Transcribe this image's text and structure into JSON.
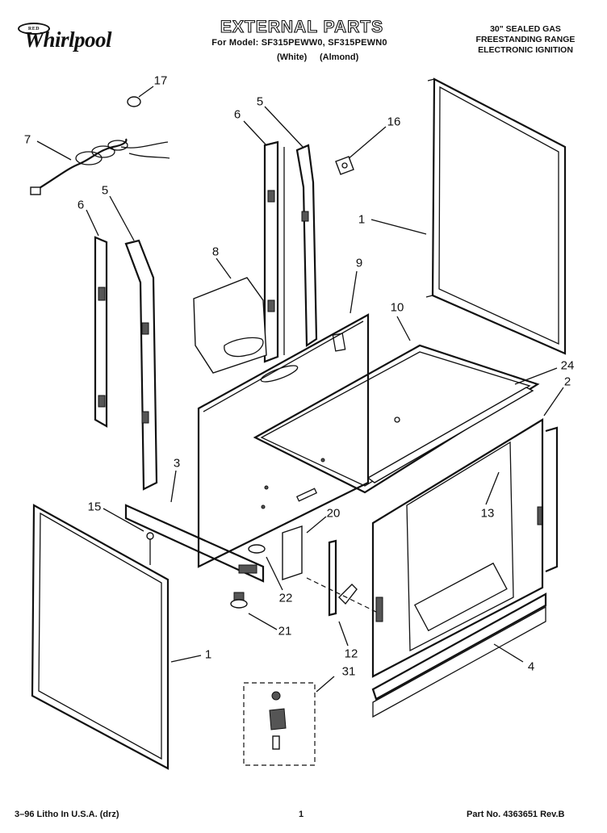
{
  "header": {
    "brand": "Whirlpool",
    "brand_mark": "RED",
    "title": "EXTERNAL PARTS",
    "model_line": "For Model: SF315PEWW0, SF315PEWN0",
    "variant_white": "(White)",
    "variant_almond": "(Almond)",
    "product_desc": [
      "30\" SEALED GAS",
      "FREESTANDING RANGE",
      "ELECTRONIC IGNITION"
    ]
  },
  "footer": {
    "litho": "3–96 Litho In U.S.A. (drz)",
    "page": "1",
    "part_no": "Part No. 4363651 Rev.B"
  },
  "callouts": [
    {
      "id": "c17",
      "label": "17"
    },
    {
      "id": "c7",
      "label": "7"
    },
    {
      "id": "c6a",
      "label": "6"
    },
    {
      "id": "c5a",
      "label": "5"
    },
    {
      "id": "c16",
      "label": "16"
    },
    {
      "id": "c1a",
      "label": "1"
    },
    {
      "id": "c6b",
      "label": "6"
    },
    {
      "id": "c5b",
      "label": "5"
    },
    {
      "id": "c8",
      "label": "8"
    },
    {
      "id": "c9",
      "label": "9"
    },
    {
      "id": "c10",
      "label": "10"
    },
    {
      "id": "c24",
      "label": "24"
    },
    {
      "id": "c2",
      "label": "2"
    },
    {
      "id": "c3",
      "label": "3"
    },
    {
      "id": "c15",
      "label": "15"
    },
    {
      "id": "c20",
      "label": "20"
    },
    {
      "id": "c13",
      "label": "13"
    },
    {
      "id": "c22",
      "label": "22"
    },
    {
      "id": "c21",
      "label": "21"
    },
    {
      "id": "c1b",
      "label": "1"
    },
    {
      "id": "c12",
      "label": "12"
    },
    {
      "id": "c4",
      "label": "4"
    },
    {
      "id": "c31",
      "label": "31"
    }
  ]
}
